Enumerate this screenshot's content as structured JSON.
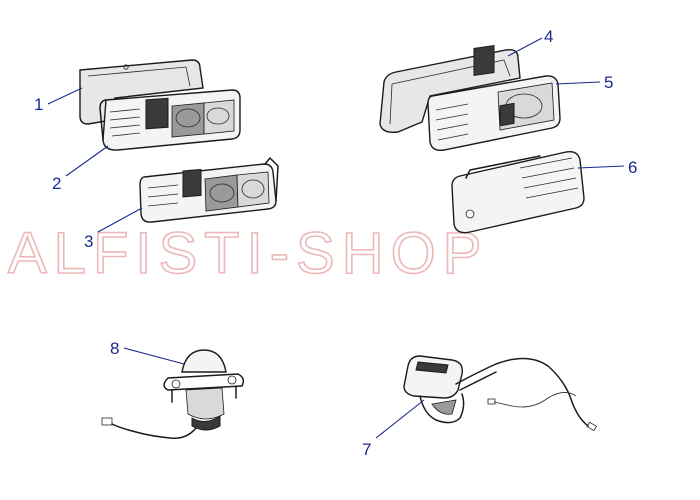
{
  "watermark": "ALFISTI-SHOP",
  "callouts": [
    {
      "id": "1",
      "label": "1"
    },
    {
      "id": "2",
      "label": "2"
    },
    {
      "id": "3",
      "label": "3"
    },
    {
      "id": "4",
      "label": "4"
    },
    {
      "id": "5",
      "label": "5"
    },
    {
      "id": "6",
      "label": "6"
    },
    {
      "id": "7",
      "label": "7"
    },
    {
      "id": "8",
      "label": "8"
    }
  ],
  "colors": {
    "callout": "#1a2a8c",
    "watermark": "#e8a0a0",
    "ink": "#1b1b1b"
  }
}
